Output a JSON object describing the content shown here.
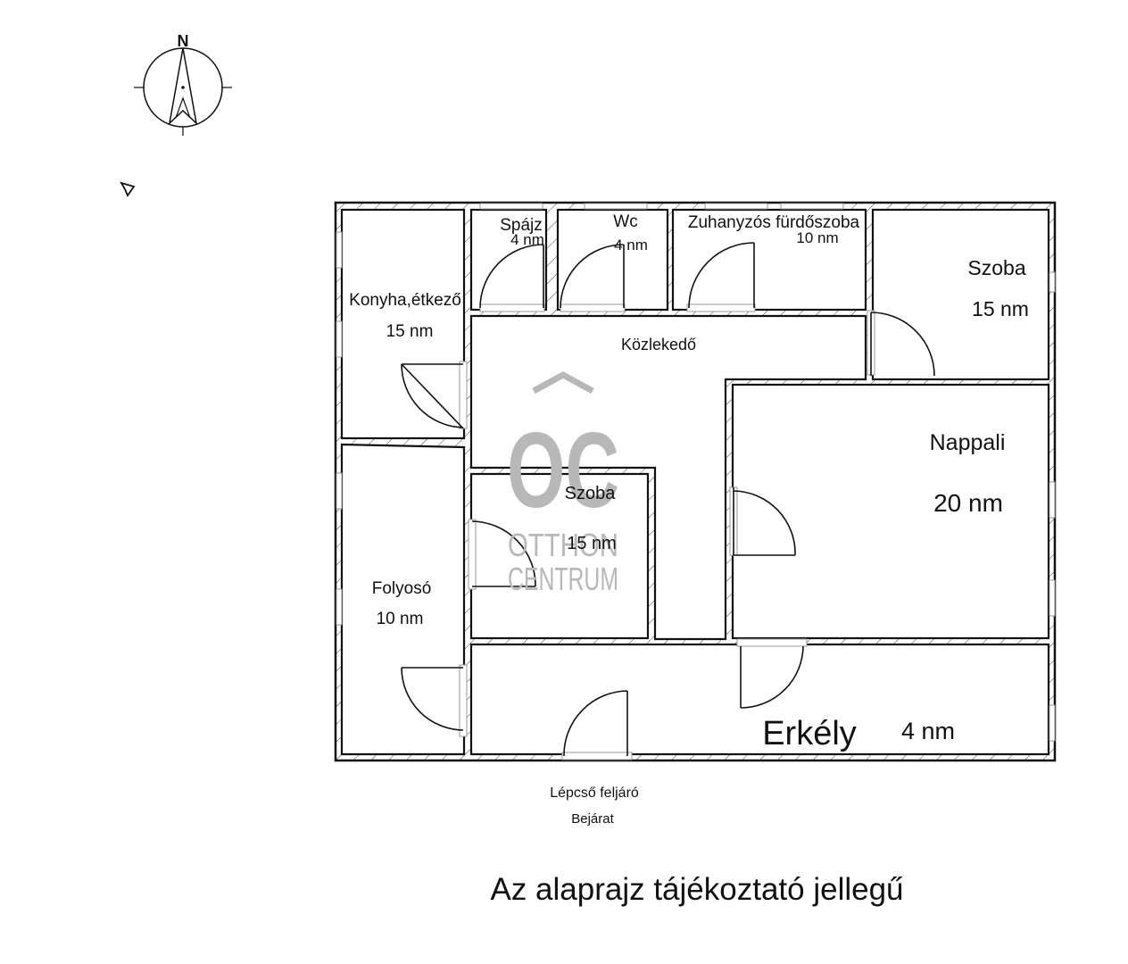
{
  "compass": {
    "north_label": "N"
  },
  "rooms": {
    "spajz": {
      "name": "Spájz",
      "area": "4 nm"
    },
    "wc": {
      "name": "Wc",
      "area": "4 nm"
    },
    "furdo": {
      "name": "Zuhanyzós fürdőszoba",
      "area": "10 nm"
    },
    "szoba_ne": {
      "name": "Szoba",
      "area": "15 nm"
    },
    "konyha": {
      "name": "Konyha,étkező",
      "area": "15 nm"
    },
    "kozlekedo": {
      "name": "Közlekedő"
    },
    "nappali": {
      "name": "Nappali",
      "area": "20 nm"
    },
    "szoba_mid": {
      "name": "Szoba",
      "area": "15 nm"
    },
    "folyoso": {
      "name": "Folyosó",
      "area": "10 nm"
    },
    "erkely": {
      "name": "Erkély",
      "area": "4 nm"
    }
  },
  "entrance": {
    "line1": "Lépcső feljáró",
    "line2": "Bejárat"
  },
  "watermark": {
    "logo": "OC",
    "line1": "OTTHON",
    "line2": "CENTRUM"
  },
  "disclaimer": "Az alaprajz tájékoztató jellegű",
  "colors": {
    "walls": "#111111",
    "watermark": "#b8b8b8",
    "background": "#ffffff"
  }
}
